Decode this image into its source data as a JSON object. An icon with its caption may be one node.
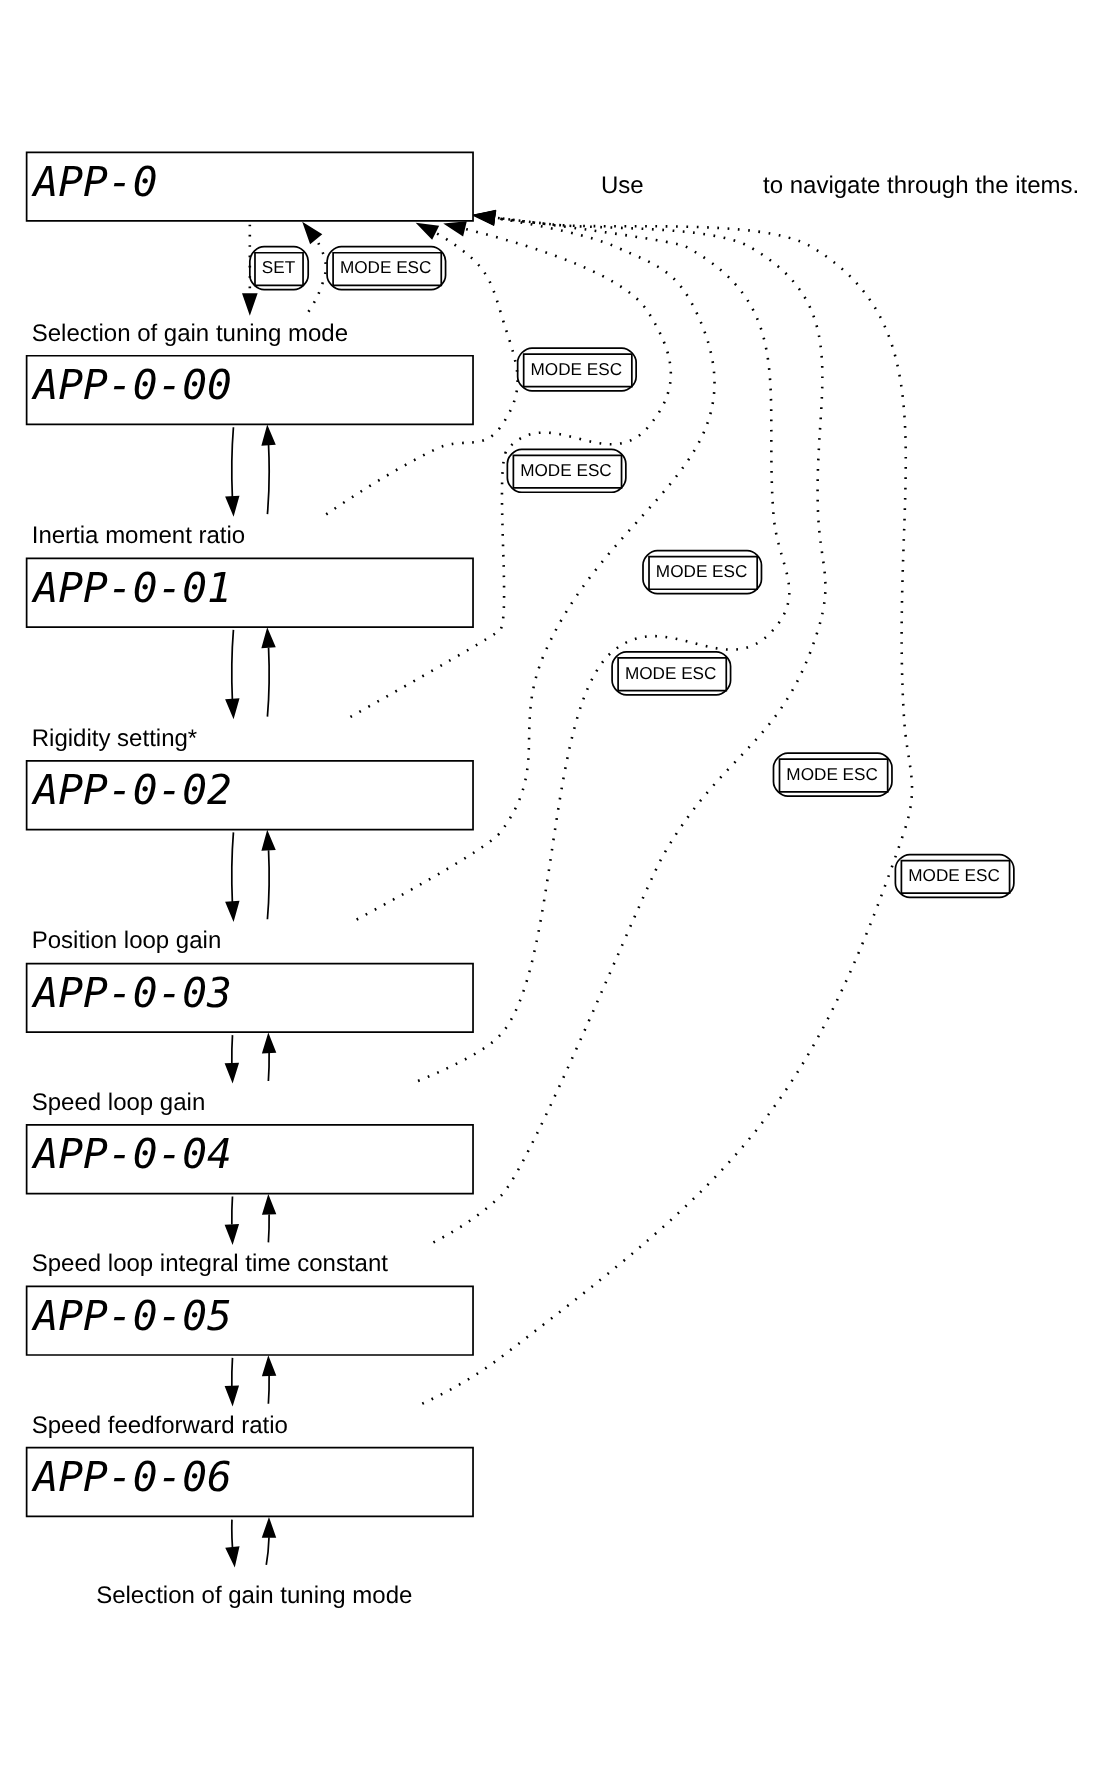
{
  "diagram": {
    "nodes": [
      {
        "text": [
          "APP-0"
        ]
      },
      {
        "text": [
          "Selection of gain tuning mode",
          "APP-0-00"
        ]
      },
      {
        "text": [
          "Inertia moment ratio",
          "APP-0-01"
        ]
      },
      {
        "text": [
          "Rigidity setting*",
          "APP-0-02"
        ]
      },
      {
        "text": [
          "Position loop gain",
          "APP-0-03"
        ]
      },
      {
        "text": [
          "Speed loop gain",
          "APP-0-04"
        ]
      },
      {
        "text": [
          "Speed loop integral time constant",
          "APP-0-05"
        ]
      },
      {
        "text": [
          "Speed feedforward ratio",
          "APP-0-06"
        ]
      },
      {
        "text": [
          "Selection of gain tuning mode"
        ]
      }
    ],
    "edges": [
      {
        "from": 0,
        "to": 1,
        "arrow": "to",
        "style": "dashed",
        "label": "SET"
      },
      {
        "from": 1,
        "to": 0,
        "arrow": "to",
        "style": "dashed",
        "label": "MODE ESC"
      },
      {
        "from": 2,
        "to": 0,
        "arrow": "to",
        "style": "dashed",
        "label": "MODE ESC"
      },
      {
        "from": 3,
        "to": 0,
        "arrow": "to",
        "style": "dashed",
        "label": "MODE ESC"
      },
      {
        "from": 4,
        "to": 0,
        "arrow": "to",
        "style": "dashed",
        "label": "MODE ESC"
      },
      {
        "from": 5,
        "to": 0,
        "arrow": "to",
        "style": "dashed",
        "label": "MODE ESC"
      },
      {
        "from": 6,
        "to": 0,
        "arrow": "to",
        "style": "dashed",
        "label": "MODE ESC"
      },
      {
        "from": 7,
        "to": 0,
        "arrow": "to",
        "style": "dashed",
        "label": "MODE ESC"
      },
      {
        "from": 1,
        "to": 2,
        "arrow": "to"
      },
      {
        "from": 2,
        "to": 1,
        "arrow": "to"
      },
      {
        "from": 2,
        "to": 3,
        "arrow": "to"
      },
      {
        "from": 3,
        "to": 2,
        "arrow": "to"
      },
      {
        "from": 3,
        "to": 4,
        "arrow": "to"
      },
      {
        "from": 4,
        "to": 3,
        "arrow": "to"
      },
      {
        "from": 4,
        "to": 5,
        "arrow": "to"
      },
      {
        "from": 5,
        "to": 4,
        "arrow": "to"
      },
      {
        "from": 5,
        "to": 6,
        "arrow": "to"
      },
      {
        "from": 6,
        "to": 5,
        "arrow": "to"
      },
      {
        "from": 6,
        "to": 7,
        "arrow": "to"
      },
      {
        "from": 7,
        "to": 6,
        "arrow": "to"
      },
      {
        "from": 7,
        "to": 8,
        "arrow": "to"
      },
      {
        "from": 8,
        "to": 7,
        "arrow": "to"
      }
    ],
    "labels": [
      "Use",
      "to navigate through the items."
    ]
  }
}
